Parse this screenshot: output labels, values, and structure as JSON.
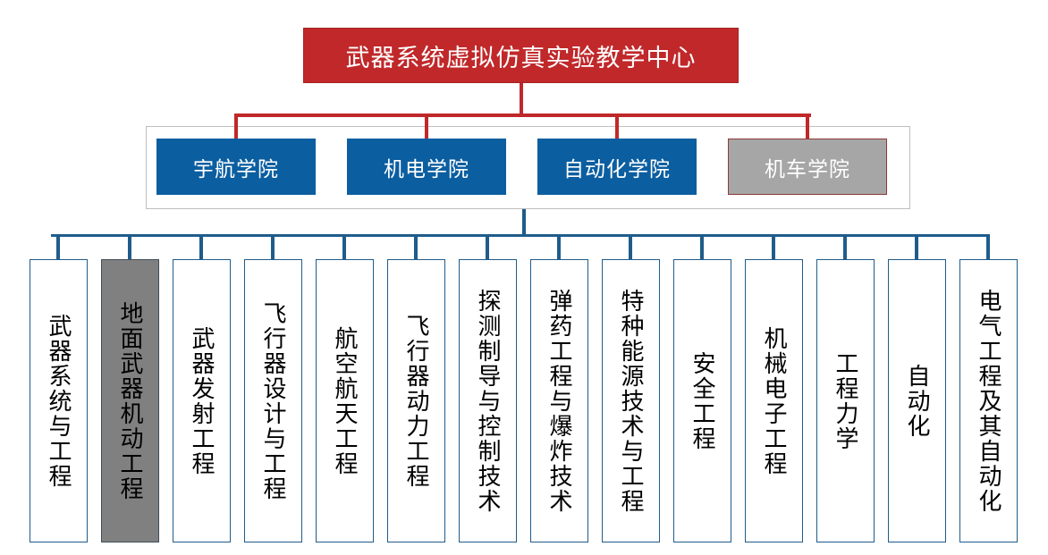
{
  "diagram": {
    "type": "organization-hierarchy",
    "colors": {
      "root_fill": "#C0282A",
      "connector_red": "#C0282A",
      "college_fill": "#0B5EA0",
      "college_inactive_fill": "#A6A6A6",
      "college_inactive_border": "#8C3A37",
      "connector_blue": "#1F5C8B",
      "major_border": "#1F5C8B",
      "major_fill": "#FFFFFF",
      "major_highlight_fill": "#808080",
      "container_border": "#BFBFBF"
    },
    "root": {
      "label": "武器系统虚拟仿真实验教学中心"
    },
    "colleges": [
      {
        "label": "宇航学院",
        "state": "active"
      },
      {
        "label": "机电学院",
        "state": "active"
      },
      {
        "label": "自动化学院",
        "state": "active"
      },
      {
        "label": "机车学院",
        "state": "inactive"
      }
    ],
    "majors": [
      {
        "label": "武器系统与工程",
        "highlight": false
      },
      {
        "label": "地面武器机动工程",
        "highlight": true
      },
      {
        "label": "武器发射工程",
        "highlight": false
      },
      {
        "label": "飞行器设计与工程",
        "highlight": false
      },
      {
        "label": "航空航天工程",
        "highlight": false
      },
      {
        "label": "飞行器动力工程",
        "highlight": false
      },
      {
        "label": "探测制导与控制技术",
        "highlight": false
      },
      {
        "label": "弹药工程与爆炸技术",
        "highlight": false
      },
      {
        "label": "特种能源技术与工程",
        "highlight": false
      },
      {
        "label": "安全工程",
        "highlight": false
      },
      {
        "label": "机械电子工程",
        "highlight": false
      },
      {
        "label": "工程力学",
        "highlight": false
      },
      {
        "label": "自动化",
        "highlight": false
      },
      {
        "label": "电气工程及其自动化",
        "highlight": false
      }
    ]
  }
}
